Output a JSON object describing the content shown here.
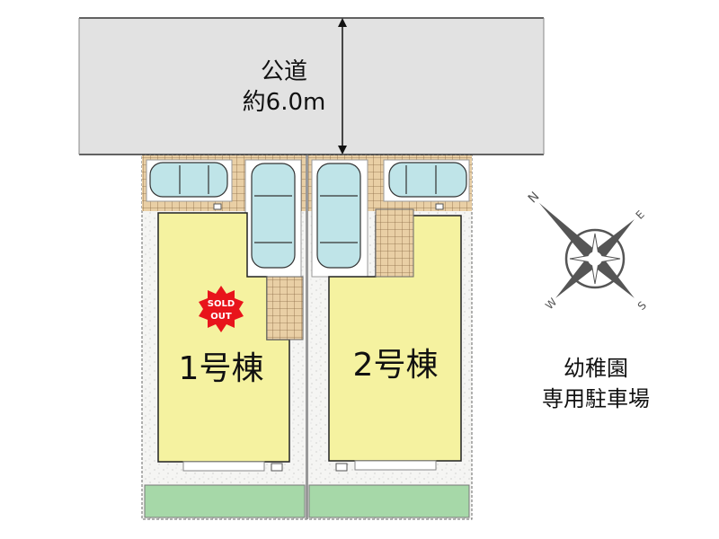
{
  "road": {
    "name": "公道",
    "width": "約6.0m"
  },
  "buildings": [
    {
      "label": "1号棟",
      "status": "SOLD OUT",
      "status_lines": [
        "SOLD",
        "OUT"
      ]
    },
    {
      "label": "2号棟"
    }
  ],
  "adjacent": {
    "line1": "幼稚園",
    "line2": "専用駐車場"
  },
  "compass": {
    "n": "N",
    "e": "E",
    "s": "S",
    "w": "W"
  },
  "colors": {
    "building": "#f5f2a0",
    "paving": "#e9d4b2",
    "grass": "#a6d8a8",
    "road": "#e2e2e2",
    "car": "#bfe4e8",
    "sold_out": "#e8141b",
    "compass": "#555555"
  }
}
